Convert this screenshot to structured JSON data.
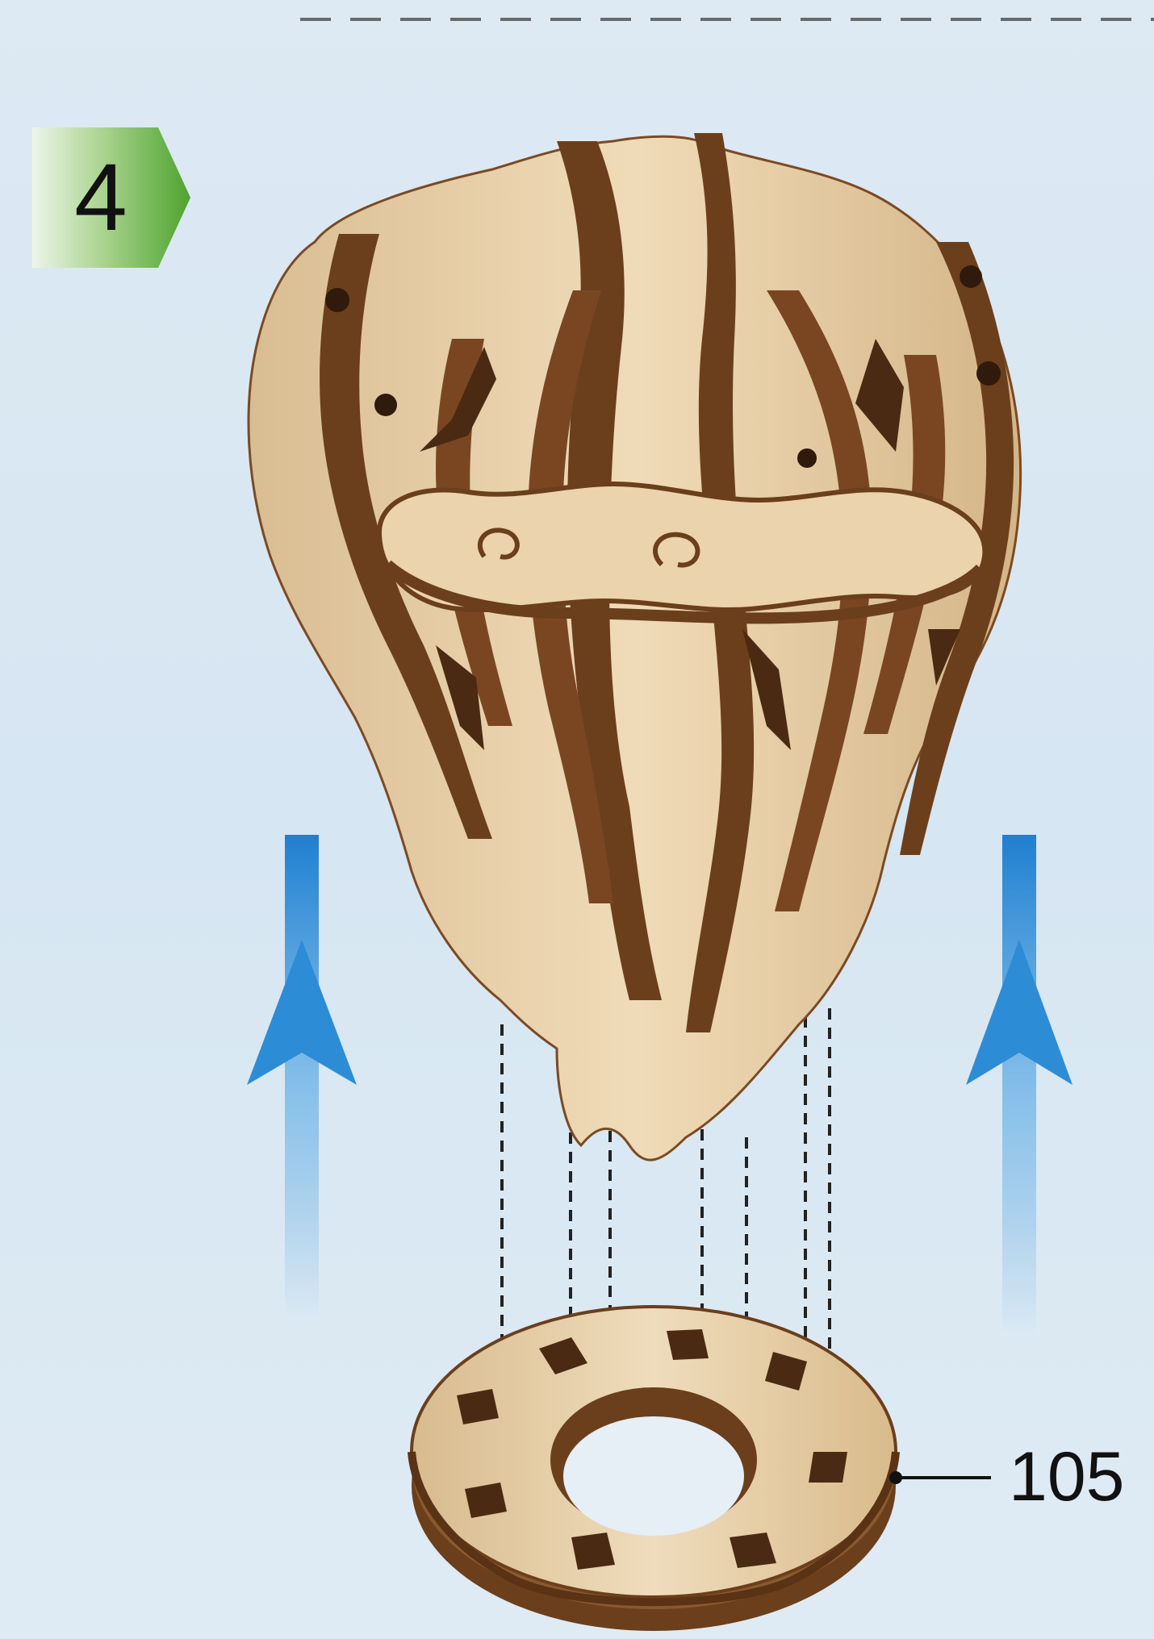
{
  "step": {
    "number": "4"
  },
  "parts": [
    {
      "id": "105"
    }
  ],
  "colors": {
    "background": "#d9e7f2",
    "badge_green": "#5fae3c",
    "wood_light": "#e8cfa6",
    "wood_dark": "#6b3f1c",
    "arrow_blue": "#2f8fd8"
  },
  "icons": [
    "up-arrow-icon",
    "guide-line",
    "dashed-separator"
  ]
}
